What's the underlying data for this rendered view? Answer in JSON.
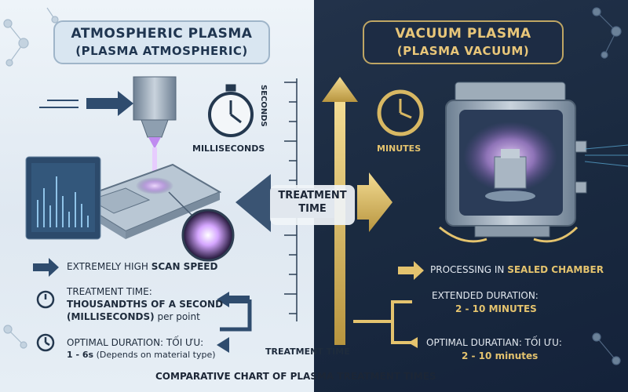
{
  "left": {
    "title_line1": "ATMOSPHERIC PLASMA",
    "title_line2": "(PLASMA ATMOSPHERIC)",
    "milliseconds_label": "MILLISECONDS",
    "seconds_label": "SECONDS",
    "scan_speed_prefix": "EXTREMELY HIGH ",
    "scan_speed_bold": "SCAN SPEED",
    "treatment_time_label": "TREATMENT TIME:",
    "treatment_time_value": "THOUSANDTHS OF A SECOND",
    "treatment_time_value_2": "(MILLISECONDS)",
    "treatment_time_suffix": " per point",
    "optimal_label": "OPTIMAL DURATION: TỐI ƯU:",
    "optimal_value": "1 - 6s",
    "optimal_note": " (Depends on material type)"
  },
  "center": {
    "treatment_time_pill": "TREATMENT TIME",
    "treatment_time_axis": "TREATMENT TIME"
  },
  "right": {
    "title_line1": "VACUUM PLASMA",
    "title_line2": "(PLASMA VACUUM)",
    "minutes_label": "MINUTES",
    "processing_prefix": "PROCESSING IN ",
    "processing_bold": "SEALED CHAMBER",
    "extended_label": "EXTENDED DURATION:",
    "extended_value": "2 - 10 MINUTES",
    "optimal_label": "OPTIMAL DURATIAN: TỐI ƯU:",
    "optimal_value": "2 - 10 minutes"
  },
  "footer": {
    "caption": "COMPARATIVE CHART OF PLASMA TREATMENT TIMES"
  },
  "colors": {
    "gold": "#e4c36e",
    "navy": "#1f3550",
    "steel": "#8c9fb2",
    "purple": "#b98be0"
  }
}
